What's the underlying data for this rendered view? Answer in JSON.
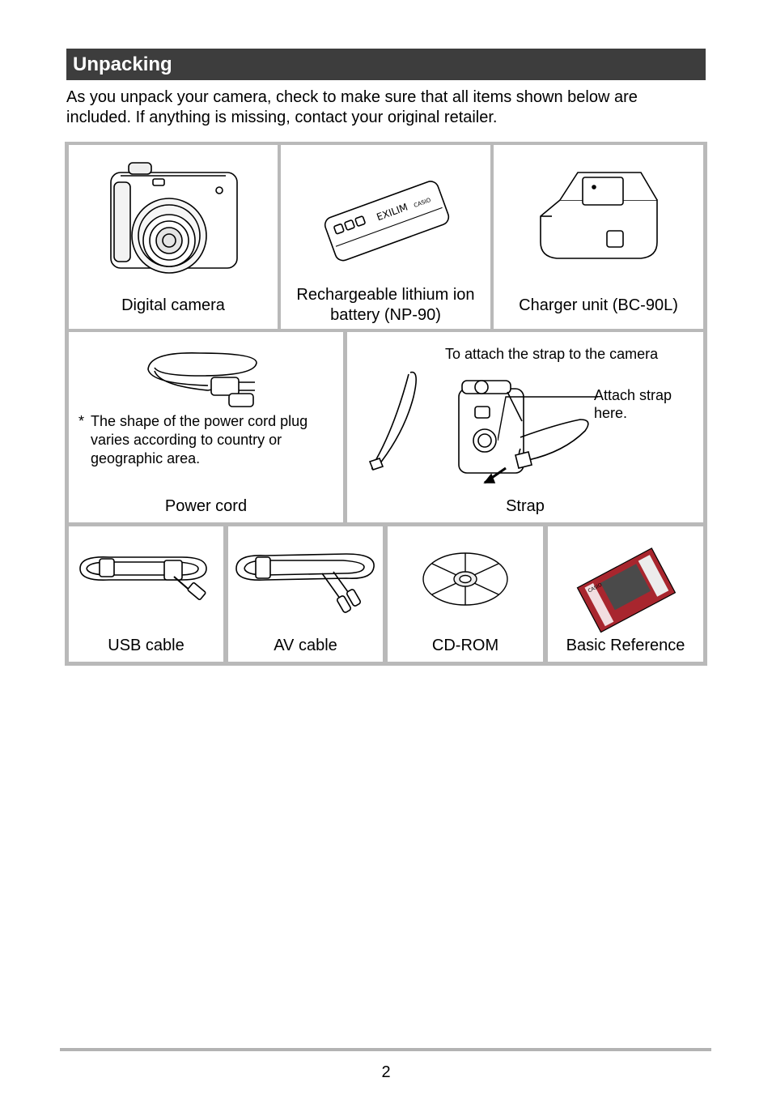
{
  "heading": "Unpacking",
  "intro": "As you unpack your camera, check to make sure that all items shown below are included. If anything is missing, contact your original retailer.",
  "items": {
    "camera": "Digital camera",
    "battery_line1": "Rechargeable lithium ion",
    "battery_line2": "battery (NP-90)",
    "charger": "Charger unit (BC-90L)",
    "power_cord": "Power cord",
    "strap": "Strap",
    "usb": "USB cable",
    "av": "AV cable",
    "cdrom": "CD-ROM",
    "reference": "Basic Reference"
  },
  "notes": {
    "cord_note_star": "*",
    "cord_note_line1": "The shape of the power cord plug",
    "cord_note_line2": "varies according to country or",
    "cord_note_line3": "geographic area.",
    "strap_title": "To attach the strap to the camera",
    "strap_callout_line1": "Attach strap",
    "strap_callout_line2": "here."
  },
  "illustration_labels": {
    "battery_brand": "CASIO",
    "battery_model": "EXILIM",
    "book_brand": "CASIO"
  },
  "page_number": "2",
  "colors": {
    "heading_bg": "#3d3d3d",
    "grid": "#b9b9b9",
    "book_red": "#a8262e"
  }
}
